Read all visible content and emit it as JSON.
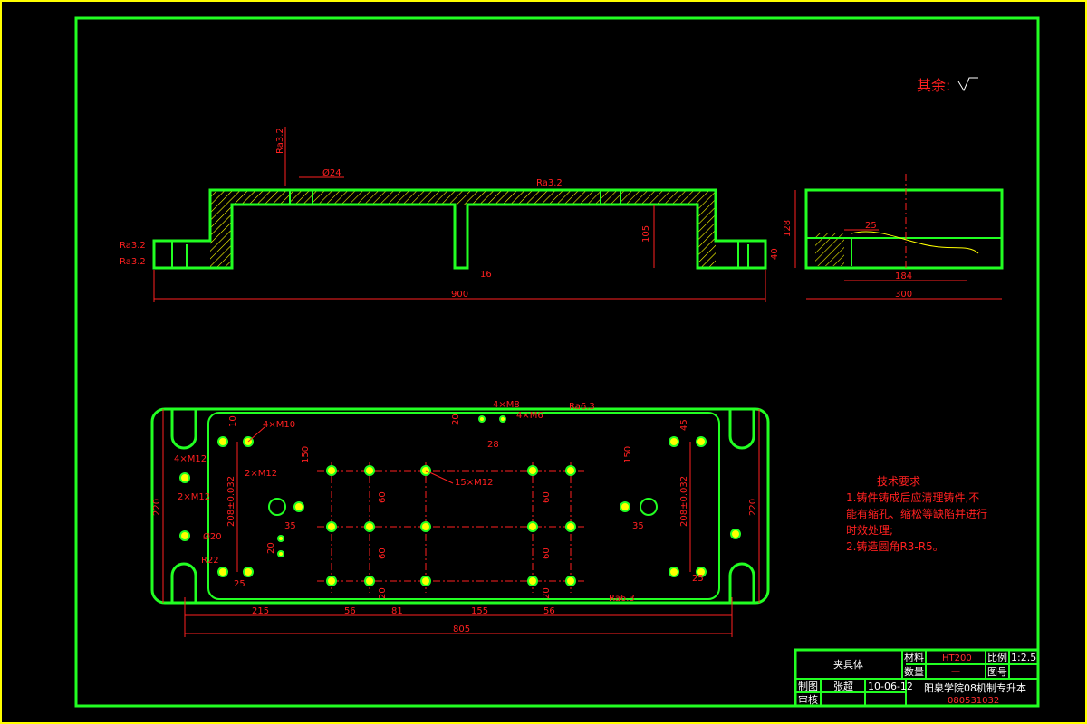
{
  "note_else": "其余:",
  "roughness": {
    "ra32": "Ra3.2",
    "ra63": "Ra6.3"
  },
  "front_view": {
    "dims": {
      "length": "900",
      "height": "128",
      "inner_h": "105",
      "rib": "16",
      "foot_h": "40",
      "bore": "Ø24"
    }
  },
  "side_view": {
    "dims": {
      "width": "300",
      "inner": "184",
      "slot": "25"
    }
  },
  "plan_view": {
    "dims": {
      "total": "805",
      "seg1": "215",
      "seg2": "56",
      "seg3": "81",
      "seg4": "155",
      "seg5": "56",
      "width_left": "220",
      "width_right": "220",
      "hole_span_l": "208±0.032",
      "hole_span_r": "208±0.032",
      "v60a": "60",
      "v60b": "60",
      "v60c": "60",
      "v60d": "60",
      "v20a": "20",
      "v20b": "20",
      "v150a": "150",
      "v150b": "150",
      "d35a": "35",
      "d35b": "35",
      "d20": "20",
      "d10": "10",
      "d25": "25",
      "d20b": "20",
      "d45": "45",
      "d25b": "25",
      "d28": "28"
    },
    "callouts": {
      "h4m10": "4×M10",
      "h4m12": "4×M12",
      "h2m12a": "2×M12",
      "h2m12b": "2×M12",
      "h15m12": "15×M12",
      "h4m8": "4×M8",
      "h4m6": "4×M6",
      "d20dia": "Ø20",
      "r22": "R22"
    }
  },
  "tech_req": {
    "title": "技术要求",
    "line1": "1.铸件铸成后应清理铸件,不",
    "line2": "能有缩孔、缩松等缺陷并进行",
    "line3": "时效处理;",
    "line4": "2.铸造圆角R3-R5。"
  },
  "title_block": {
    "part_name": "夹具体",
    "material_label": "材料",
    "material": "HT200",
    "scale_label": "比例",
    "scale": "1:2.5",
    "qty_label": "数量",
    "qty": "一",
    "drawing_no_label": "图号",
    "drawn_label": "制图",
    "drawn_by": "张超",
    "date": "10-06-12",
    "check_label": "审核",
    "school": "阳泉学院08机制专升本",
    "student_no": "080531032"
  }
}
